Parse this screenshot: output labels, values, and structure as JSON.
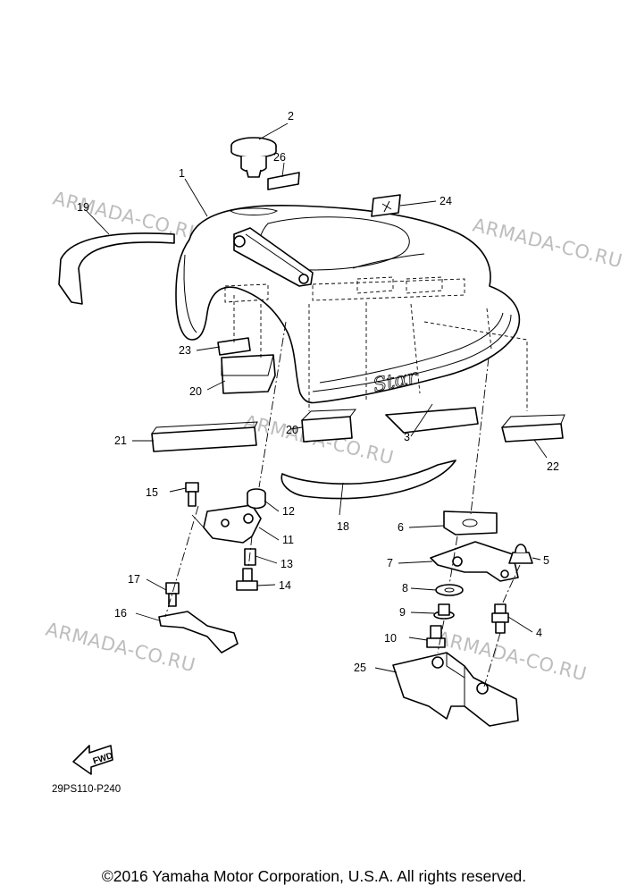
{
  "watermark": "ARMADA-CO.RU",
  "diagram_code": "29PS110-P240",
  "fwd_label": "FWD",
  "copyright": "©2016 Yamaha Motor Corporation, U.S.A. All rights reserved.",
  "callouts": {
    "c1": "1",
    "c2": "2",
    "c3": "3",
    "c4": "4",
    "c5": "5",
    "c6": "6",
    "c7": "7",
    "c8": "8",
    "c9": "9",
    "c10": "10",
    "c11": "11",
    "c12": "12",
    "c13": "13",
    "c14": "14",
    "c15": "15",
    "c16": "16",
    "c17": "17",
    "c18": "18",
    "c19": "19",
    "c20a": "20",
    "c20b": "20",
    "c21": "21",
    "c22": "22",
    "c23": "23",
    "c24": "24",
    "c25": "25",
    "c26": "26"
  }
}
